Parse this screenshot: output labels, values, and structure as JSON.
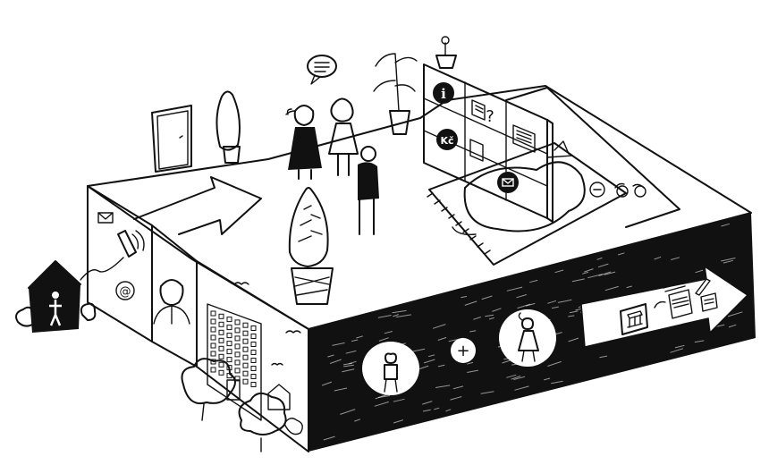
{
  "scene": {
    "style": "black-and-white hand-drawn line illustration",
    "colors": {
      "ink": "#111111",
      "paper": "#ffffff"
    },
    "icons": {
      "info_sign": "i",
      "currency_sign": "Kč",
      "question_sign": "?",
      "email_sign": "@",
      "plus_sign": "+"
    }
  }
}
